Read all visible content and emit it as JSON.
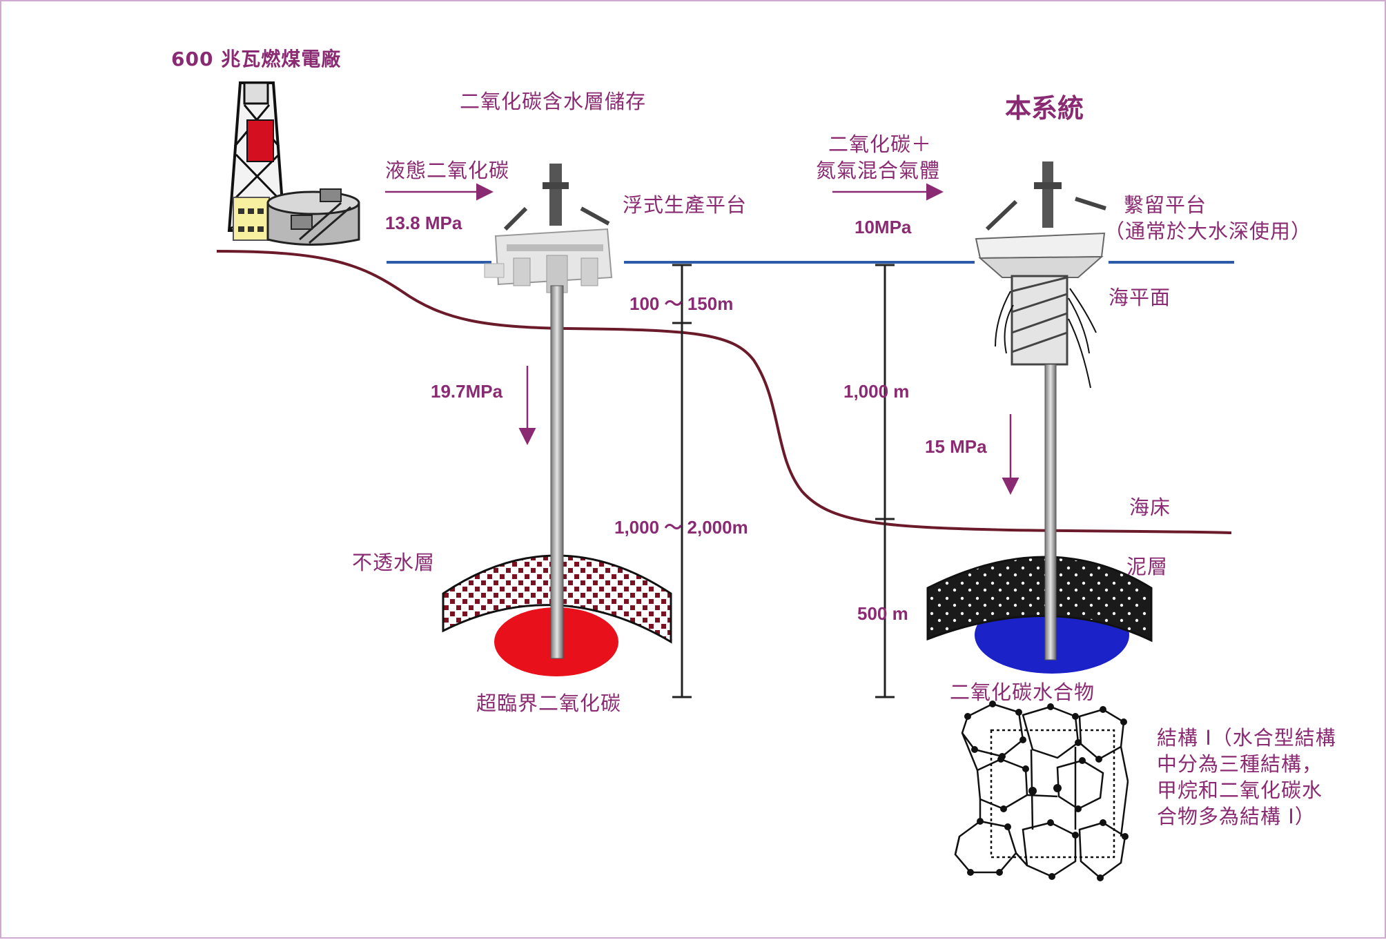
{
  "labels": {
    "power_plant": "600 兆瓦燃煤電廠",
    "aquifer_title": "二氧化碳含水層儲存",
    "system_title": "本系統",
    "liquid_co2": "液態二氧化碳",
    "pressure_138": "13.8 MPa",
    "floating_platform": "浮式生產平台",
    "co2_n2_line1": "二氧化碳＋",
    "co2_n2_line2": "氮氣混合氣體",
    "pressure_10": "10MPa",
    "moored_platform": "繫留平台",
    "moored_note": "（通常於大水深使用）",
    "sea_level": "海平面",
    "depth_100_150": "100 ～ 150m",
    "pressure_197": "19.7MPa",
    "depth_1000": "1,000 m",
    "pressure_15": "15 MPa",
    "seabed": "海床",
    "depth_1000_2000": "1,000 ～ 2,000m",
    "impermeable": "不透水層",
    "mud_layer": "泥層",
    "depth_500": "500 m",
    "supercritical": "超臨界二氧化碳",
    "hydrate": "二氧化碳水合物",
    "structure_note": [
      "結構 I（水合型結構",
      "中分為三種結構，",
      "甲烷和二氧化碳水",
      "合物多為結構 I）"
    ]
  },
  "colors": {
    "label": "#8a2a72",
    "sea_line": "#2a5aa8",
    "seabed_line": "#6b1a2a",
    "supercritical_co2": "#e8101a",
    "co2_hydrate": "#1a22c8"
  }
}
